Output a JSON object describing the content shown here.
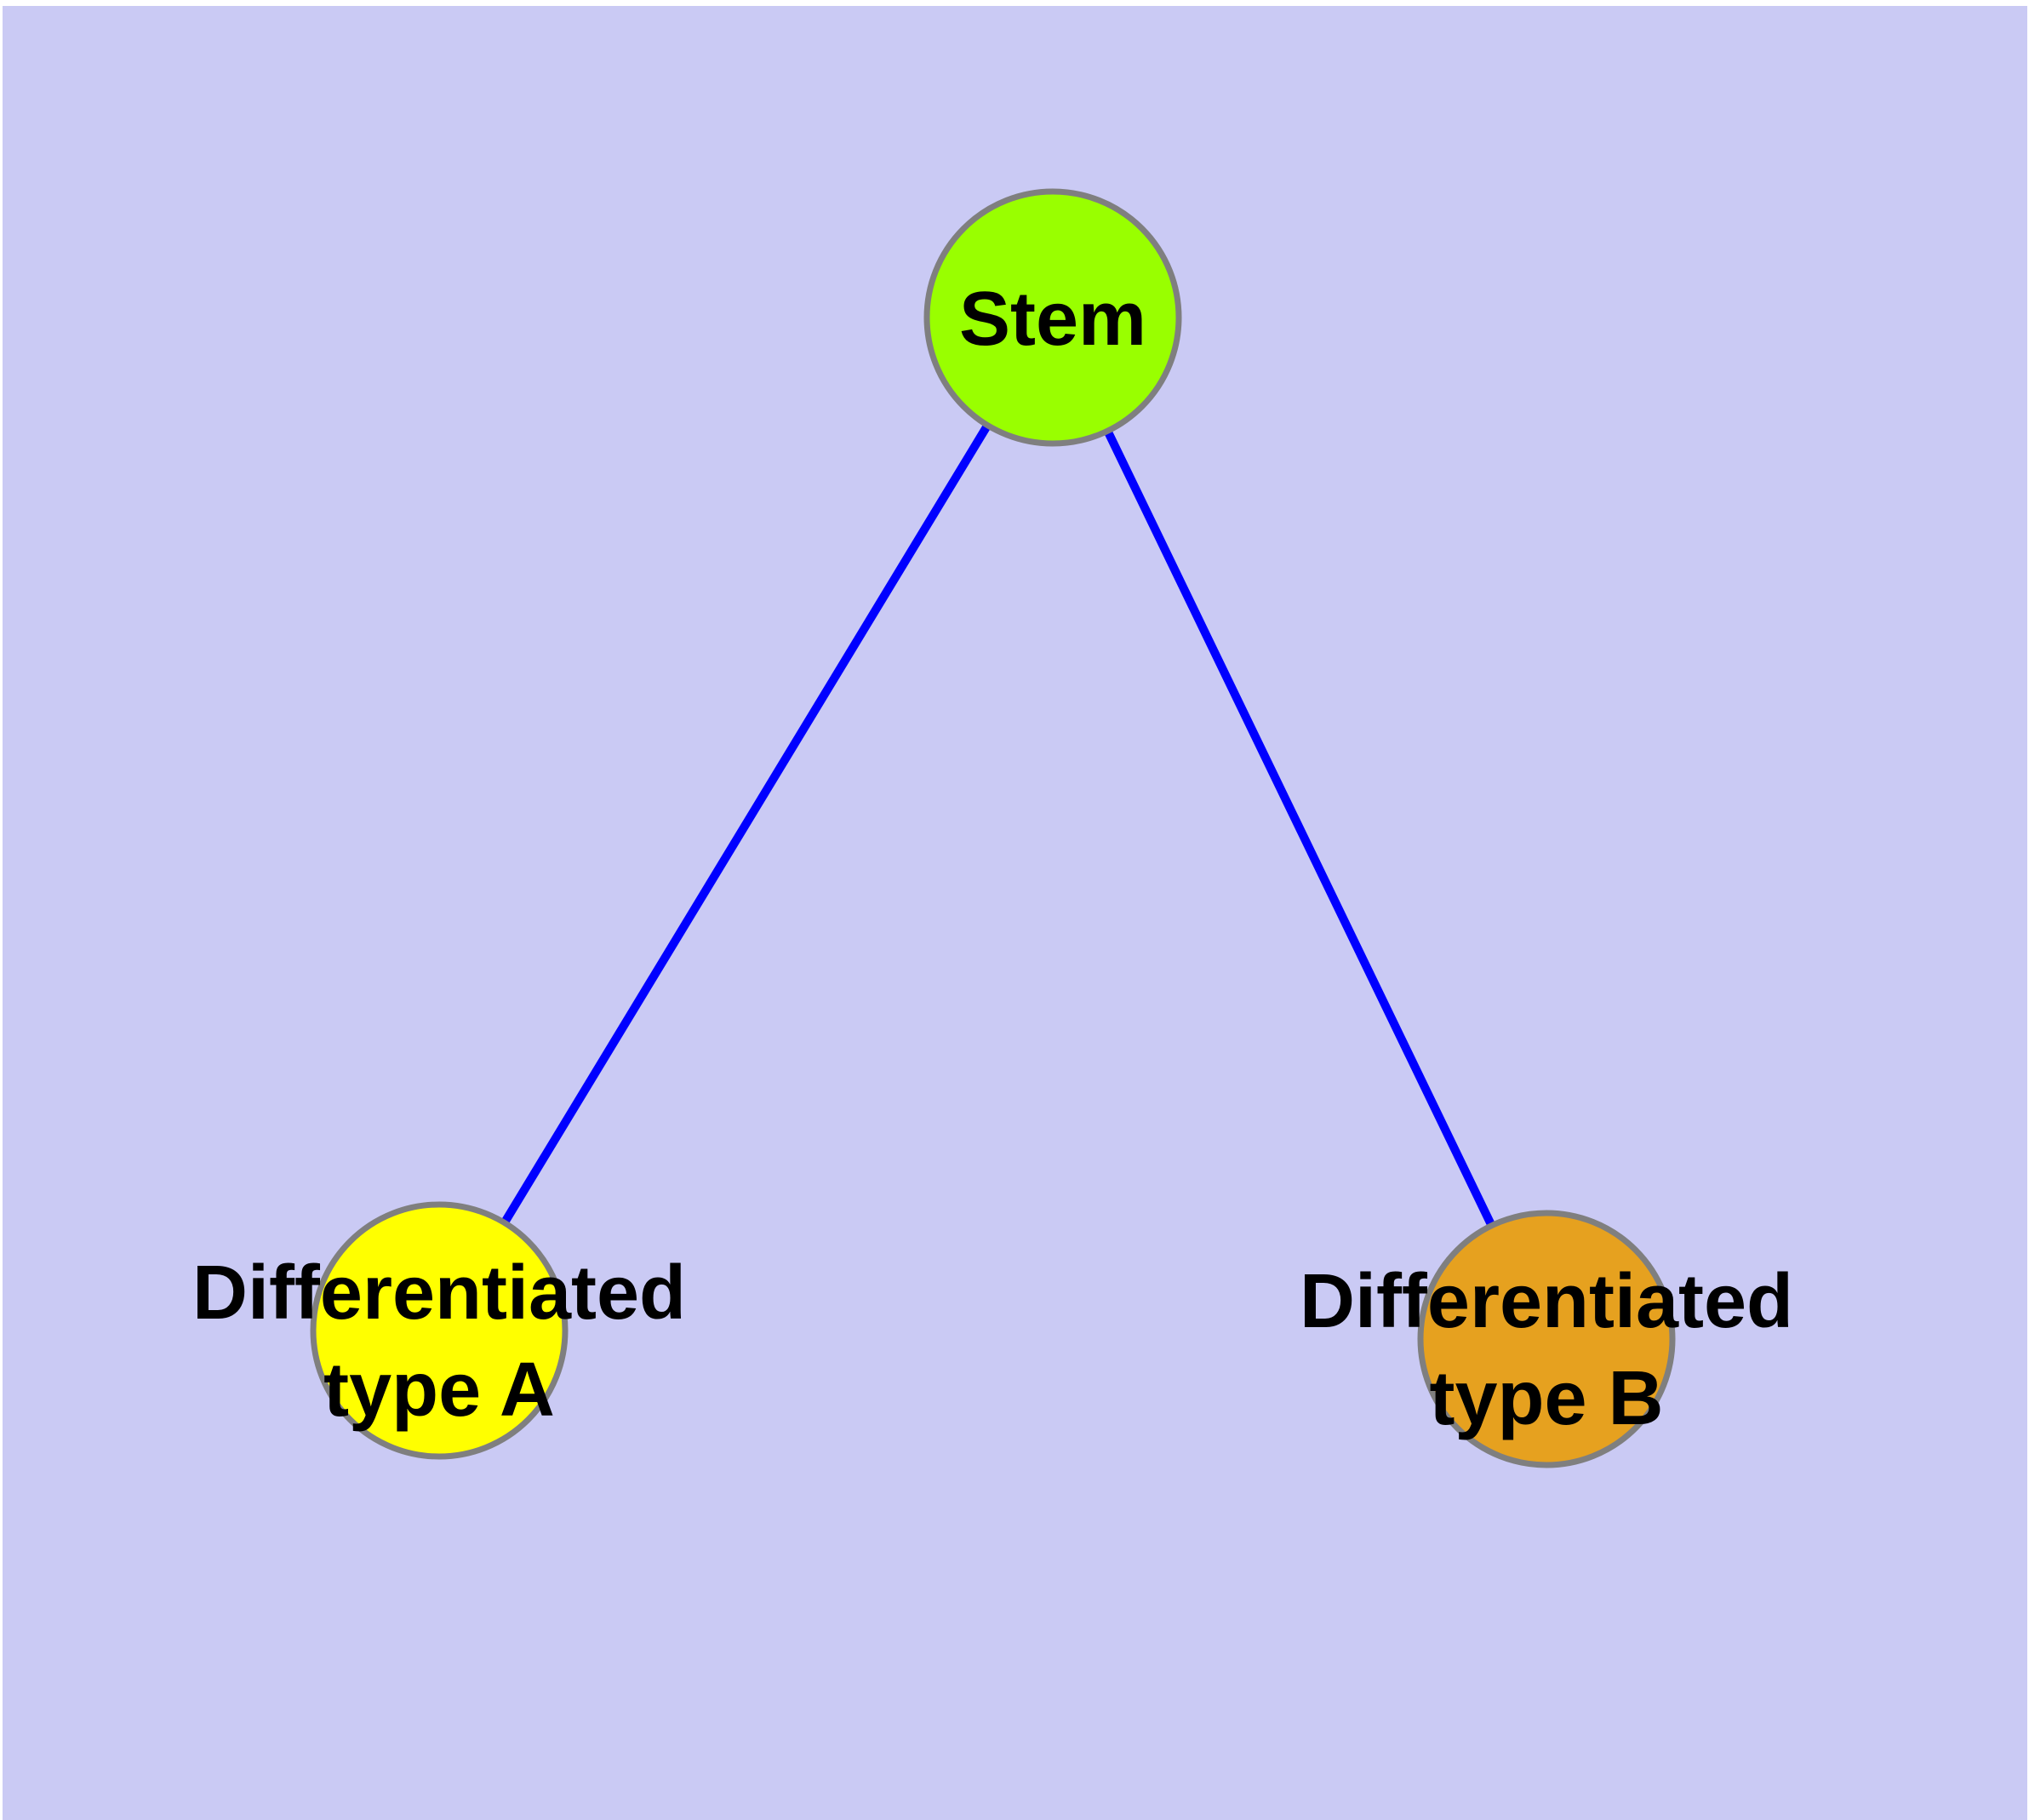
{
  "page": {
    "background": "#ffffff"
  },
  "canvas": {
    "background": "#cacaf4"
  },
  "graph": {
    "edge_color": "#0000ff",
    "node_border_color": "#7f7f7f",
    "label_color": "#000000",
    "nodes": [
      {
        "id": "stem",
        "label": "Stem",
        "line1": "Stem",
        "line2": "",
        "fill": "#99ff00"
      },
      {
        "id": "differentiated-type-a",
        "label": "Differentiated type A",
        "line1": "Differentiated",
        "line2": "type A",
        "fill": "#ffff00"
      },
      {
        "id": "differentiated-type-b",
        "label": "Differentiated type B",
        "line1": "Differentiated",
        "line2": "type B",
        "fill": "#e6a11f"
      }
    ],
    "edges": [
      {
        "from": "stem",
        "to": "differentiated-type-a"
      },
      {
        "from": "stem",
        "to": "differentiated-type-b"
      }
    ]
  }
}
